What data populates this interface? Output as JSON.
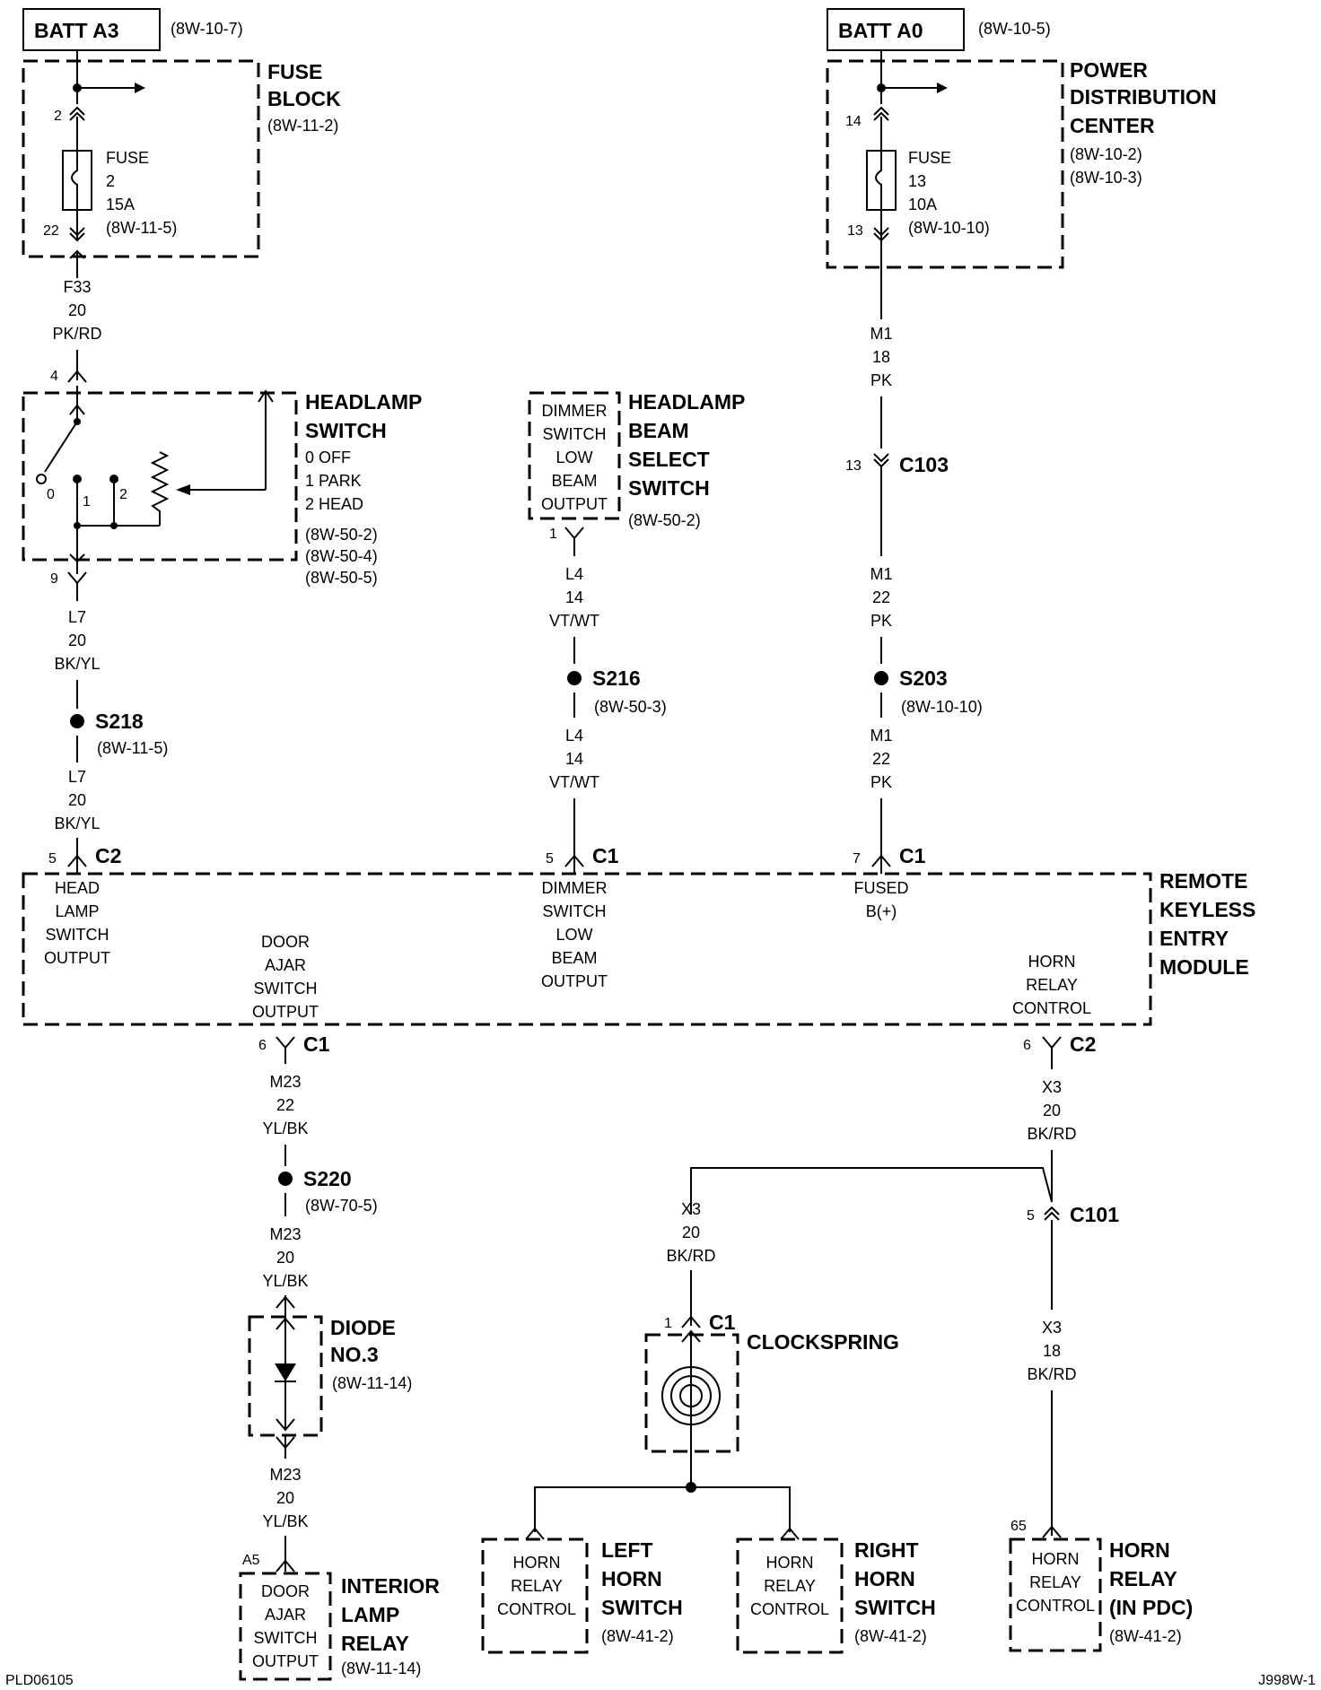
{
  "batt_a3": {
    "label": "BATT A3",
    "ref": "(8W-10-7)"
  },
  "batt_a0": {
    "label": "BATT A0",
    "ref": "(8W-10-5)"
  },
  "fuse_block": {
    "title1": "FUSE",
    "title2": "BLOCK",
    "ref": "(8W-11-2)",
    "pin_in": "2",
    "pin_out": "22",
    "fuse_word": "FUSE",
    "fuse_num": "2",
    "rating": "15A",
    "fuse_ref": "(8W-11-5)"
  },
  "pdc": {
    "title1": "POWER",
    "title2": "DISTRIBUTION",
    "title3": "CENTER",
    "ref1": "(8W-10-2)",
    "ref2": "(8W-10-3)",
    "pin_in": "14",
    "pin_out": "13",
    "fuse_word": "FUSE",
    "fuse_num": "13",
    "rating": "10A",
    "fuse_ref": "(8W-10-10)"
  },
  "wire_f33": {
    "circuit": "F33",
    "gauge": "20",
    "color": "PK/RD"
  },
  "headlamp_switch": {
    "title1": "HEADLAMP",
    "title2": "SWITCH",
    "pos0": "0 OFF",
    "pos1": "1 PARK",
    "pos2": "2 HEAD",
    "ref1": "(8W-50-2)",
    "ref2": "(8W-50-4)",
    "ref3": "(8W-50-5)",
    "pin_in": "4",
    "pin_out": "9",
    "c0": "0",
    "c1": "1",
    "c2": "2"
  },
  "wire_l7_a": {
    "circuit": "L7",
    "gauge": "20",
    "color": "BK/YL"
  },
  "s218": {
    "name": "S218",
    "ref": "(8W-11-5)"
  },
  "wire_l7_b": {
    "circuit": "L7",
    "gauge": "20",
    "color": "BK/YL"
  },
  "beam_select": {
    "box1": "DIMMER",
    "box2": "SWITCH",
    "box3": "LOW",
    "box4": "BEAM",
    "box5": "OUTPUT",
    "title1": "HEADLAMP",
    "title2": "BEAM",
    "title3": "SELECT",
    "title4": "SWITCH",
    "ref": "(8W-50-2)",
    "pin": "1"
  },
  "wire_l4_a": {
    "circuit": "L4",
    "gauge": "14",
    "color": "VT/WT"
  },
  "s216": {
    "name": "S216",
    "ref": "(8W-50-3)"
  },
  "wire_l4_b": {
    "circuit": "L4",
    "gauge": "14",
    "color": "VT/WT"
  },
  "wire_m1_a": {
    "circuit": "M1",
    "gauge": "18",
    "color": "PK"
  },
  "c103": {
    "pin": "13",
    "name": "C103"
  },
  "wire_m1_b": {
    "circuit": "M1",
    "gauge": "22",
    "color": "PK"
  },
  "s203": {
    "name": "S203",
    "ref": "(8W-10-10)"
  },
  "wire_m1_c": {
    "circuit": "M1",
    "gauge": "22",
    "color": "PK"
  },
  "rke": {
    "title1": "REMOTE",
    "title2": "KEYLESS",
    "title3": "ENTRY",
    "title4": "MODULE",
    "conn_c2_pin": "5",
    "conn_c2": "C2",
    "conn_c1a_pin": "5",
    "conn_c1a": "C1",
    "conn_c1b_pin": "7",
    "conn_c1b": "C1",
    "conn_c1c_pin": "6",
    "conn_c1c": "C1",
    "conn_c2b_pin": "6",
    "conn_c2b": "C2",
    "hl1": "HEAD",
    "hl2": "LAMP",
    "hl3": "SWITCH",
    "hl4": "OUTPUT",
    "da1": "DOOR",
    "da2": "AJAR",
    "da3": "SWITCH",
    "da4": "OUTPUT",
    "dm1": "DIMMER",
    "dm2": "SWITCH",
    "dm3": "LOW",
    "dm4": "BEAM",
    "dm5": "OUTPUT",
    "fb1": "FUSED",
    "fb2": "B(+)",
    "hr1": "HORN",
    "hr2": "RELAY",
    "hr3": "CONTROL"
  },
  "wire_m23_a": {
    "circuit": "M23",
    "gauge": "22",
    "color": "YL/BK"
  },
  "s220": {
    "name": "S220",
    "ref": "(8W-70-5)"
  },
  "wire_m23_b": {
    "circuit": "M23",
    "gauge": "20",
    "color": "YL/BK"
  },
  "diode": {
    "title1": "DIODE",
    "title2": "NO.3",
    "ref": "(8W-11-14)"
  },
  "wire_m23_c": {
    "circuit": "M23",
    "gauge": "20",
    "color": "YL/BK"
  },
  "interior_relay": {
    "pin": "A5",
    "box1": "DOOR",
    "box2": "AJAR",
    "box3": "SWITCH",
    "box4": "OUTPUT",
    "title1": "INTERIOR",
    "title2": "LAMP",
    "title3": "RELAY",
    "ref": "(8W-11-14)"
  },
  "wire_x3_a": {
    "circuit": "X3",
    "gauge": "20",
    "color": "BK/RD"
  },
  "c101": {
    "pin": "5",
    "name": "C101"
  },
  "wire_x3_b": {
    "circuit": "X3",
    "gauge": "20",
    "color": "BK/RD"
  },
  "clockspring": {
    "pin": "1",
    "conn": "C1",
    "title": "CLOCKSPRING"
  },
  "left_horn": {
    "box1": "HORN",
    "box2": "RELAY",
    "box3": "CONTROL",
    "title1": "LEFT",
    "title2": "HORN",
    "title3": "SWITCH",
    "ref": "(8W-41-2)"
  },
  "right_horn": {
    "box1": "HORN",
    "box2": "RELAY",
    "box3": "CONTROL",
    "title1": "RIGHT",
    "title2": "HORN",
    "title3": "SWITCH",
    "ref": "(8W-41-2)"
  },
  "wire_x3_c": {
    "circuit": "X3",
    "gauge": "18",
    "color": "BK/RD"
  },
  "horn_relay": {
    "pin": "65",
    "box1": "HORN",
    "box2": "RELAY",
    "box3": "CONTROL",
    "title1": "HORN",
    "title2": "RELAY",
    "title3": "(IN PDC)",
    "ref": "(8W-41-2)"
  },
  "footer": {
    "left": "PLD06105",
    "right": "J998W-1"
  }
}
